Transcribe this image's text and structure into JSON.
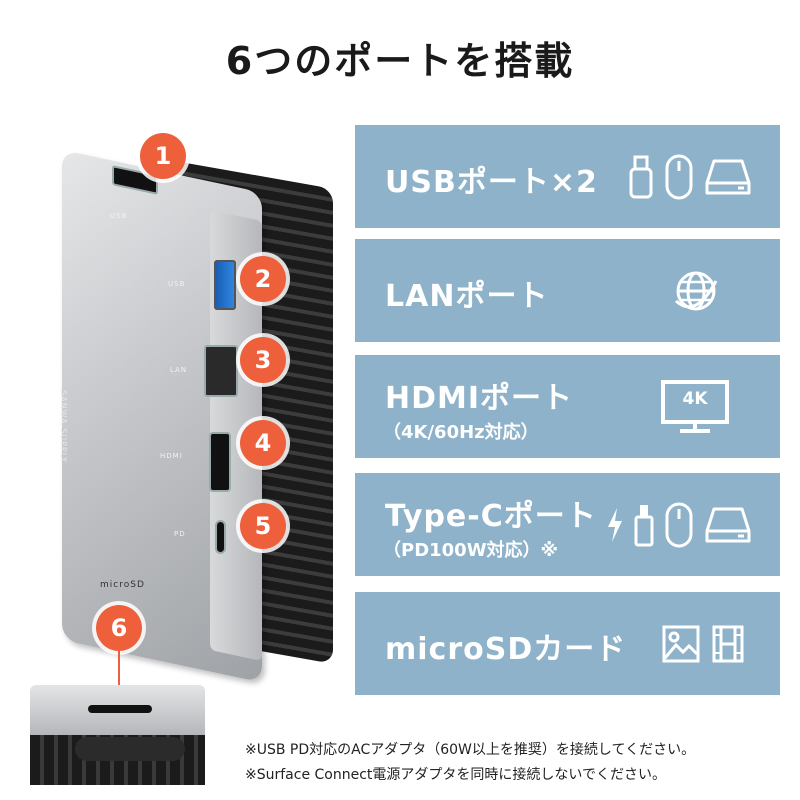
{
  "title": "6つのポートを搭載",
  "device": {
    "labels": {
      "usb_top": "USB",
      "usb_side": "USB",
      "lan": "LAN",
      "hdmi": "HDMI",
      "pd": "PD",
      "microsd": "microSD",
      "brand": "SANWA SUPPLY"
    },
    "badges": [
      "1",
      "2",
      "3",
      "4",
      "5",
      "6"
    ],
    "accent": "#ee5f3b"
  },
  "panels": [
    {
      "title": "USBポート×2",
      "subtitle": "",
      "icons": [
        "usb-stick-icon",
        "mouse-icon",
        "hard-drive-icon"
      ]
    },
    {
      "title": "LANポート",
      "subtitle": "",
      "icons": [
        "globe-network-icon"
      ]
    },
    {
      "title": "HDMIポート",
      "subtitle": "（4K/60Hz対応）",
      "icons": [
        "monitor-4k-icon"
      ],
      "monitor_text": "4K"
    },
    {
      "title": "Type-Cポート",
      "subtitle": "（PD100W対応）※",
      "icons": [
        "lightning-icon",
        "usb-c-stick-icon",
        "mouse-icon",
        "hard-drive-icon"
      ]
    },
    {
      "title": "microSDカード",
      "subtitle": "",
      "icons": [
        "photo-icon",
        "film-icon"
      ]
    }
  ],
  "panel_color": "#8db2c9",
  "notes": [
    "※USB PD対応のACアダプタ（60W以上を推奨）を接続してください。",
    "※Surface Connect電源アダプタを同時に接続しないでください。"
  ]
}
